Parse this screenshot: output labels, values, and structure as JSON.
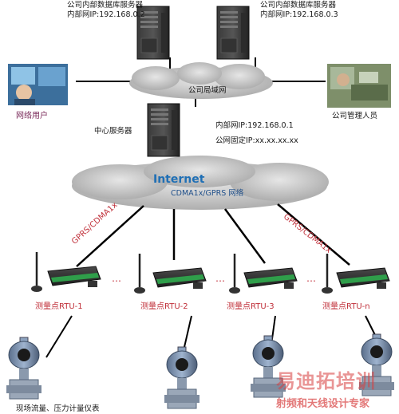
{
  "servers": {
    "db1_title": "公司内部数据库服务器",
    "db1_ip": "内部网IP:192.168.0.2",
    "db2_title": "公司内部数据库服务器",
    "db2_ip": "内部网IP:192.168.0.3",
    "center": "中心服务器",
    "center_ip_internal": "内部网IP:192.168.0.1",
    "center_ip_fixed": "公网固定IP:xx.xx.xx.xx"
  },
  "networks": {
    "lan": "公司局域网",
    "internet": "Internet",
    "internet_sub": "CDMA1x/GPRS 网络"
  },
  "people": {
    "web_user": "网络用户",
    "admin": "公司管理人员"
  },
  "links": {
    "left_label": "GPRS/CDMA1x",
    "right_label": "GPRS/CDMA1x",
    "ellipsis": "…"
  },
  "rtus": [
    "测量点RTU-1",
    "测量点RTU-2",
    "测量点RTU-3",
    "测量点RTU-n"
  ],
  "bottom_caption": "现场流量、压力计量仪表",
  "watermark": {
    "brand": "易迪拓培训",
    "slogan": "射频和天线设计专家"
  }
}
